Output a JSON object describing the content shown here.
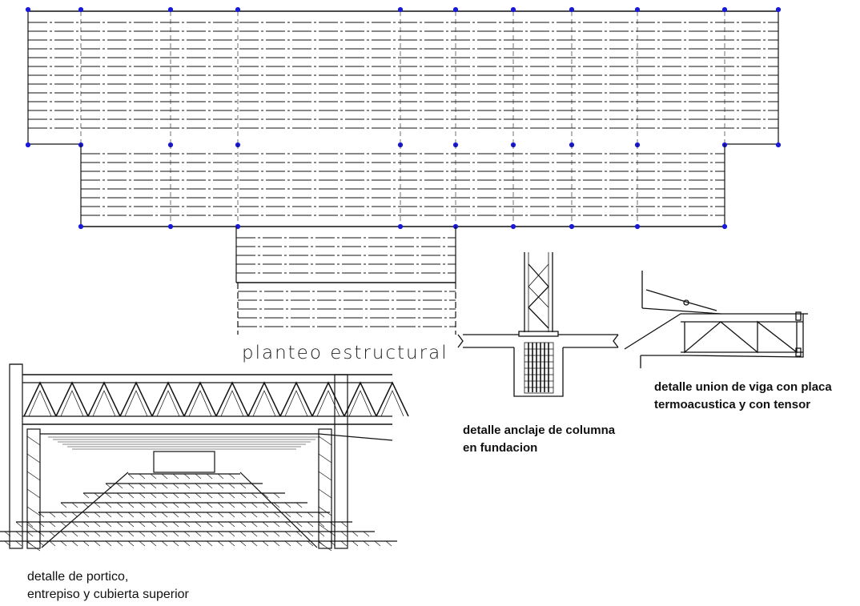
{
  "labels": {
    "plan_title": "planteo estructural",
    "column_detail": [
      "detalle anclaje de columna",
      "en fundacion"
    ],
    "beam_detail": [
      "detalle union de viga con placa",
      "termoacustica y con tensor"
    ],
    "portico_detail": [
      "detalle de portico,",
      "entrepiso y cubierta superior"
    ]
  },
  "colors": {
    "line": "#111111",
    "column_marker": "#1a1ad8",
    "background": "#ffffff"
  }
}
